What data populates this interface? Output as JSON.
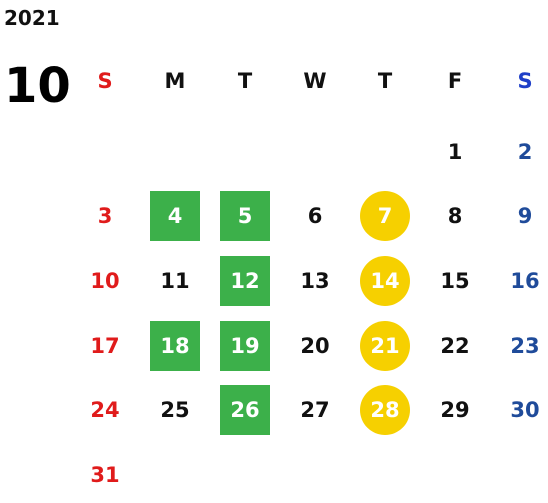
{
  "year": "2021",
  "month": "10",
  "weekdays": [
    "S",
    "M",
    "T",
    "W",
    "T",
    "F",
    "S"
  ],
  "weeks": [
    [
      "",
      "",
      "",
      "",
      "",
      "1",
      "2"
    ],
    [
      "3",
      "4",
      "5",
      "6",
      "7",
      "8",
      "9"
    ],
    [
      "10",
      "11",
      "12",
      "13",
      "14",
      "15",
      "16"
    ],
    [
      "17",
      "18",
      "19",
      "20",
      "21",
      "22",
      "23"
    ],
    [
      "24",
      "25",
      "26",
      "27",
      "28",
      "29",
      "30"
    ],
    [
      "31",
      "",
      "",
      "",
      "",
      "",
      ""
    ]
  ],
  "highlights": {
    "green_days": [
      "4",
      "5",
      "12",
      "18",
      "19",
      "26"
    ],
    "yellow_days": [
      "7",
      "14",
      "21",
      "28"
    ]
  },
  "colors": {
    "sunday": "#e01b1b",
    "saturday": "#1f4b9a",
    "green": "#3cb04a",
    "yellow": "#f6d000"
  }
}
